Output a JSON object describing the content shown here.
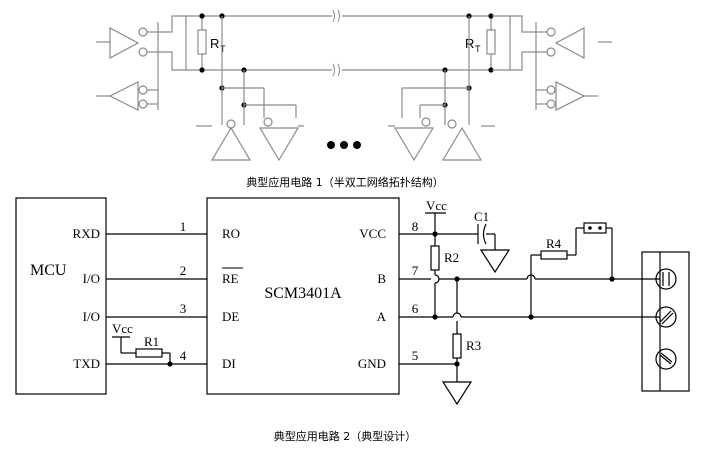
{
  "circuit1": {
    "resistor_label_left": "R",
    "resistor_sub_left": "T",
    "resistor_label_right": "R",
    "resistor_sub_right": "T",
    "caption": "典型应用电路 1（半双工网络拓扑结构）"
  },
  "circuit2": {
    "mcu_label": "MCU",
    "mcu_pins": [
      "RXD",
      "I/O",
      "I/O",
      "TXD"
    ],
    "chip_label": "SCM3401A",
    "chip_left_pins": [
      "RO",
      "RE",
      "DE",
      "DI"
    ],
    "chip_right_pins": [
      "VCC",
      "B",
      "A",
      "GND"
    ],
    "left_pin_numbers": [
      "1",
      "2",
      "3",
      "4"
    ],
    "right_pin_numbers": [
      "8",
      "7",
      "6",
      "5"
    ],
    "vcc_top": "Vcc",
    "vcc_left": "Vcc",
    "r1": "R1",
    "r2": "R2",
    "r3": "R3",
    "r4": "R4",
    "c1": "C1",
    "caption": "典型应用电路 2（典型设计）"
  }
}
